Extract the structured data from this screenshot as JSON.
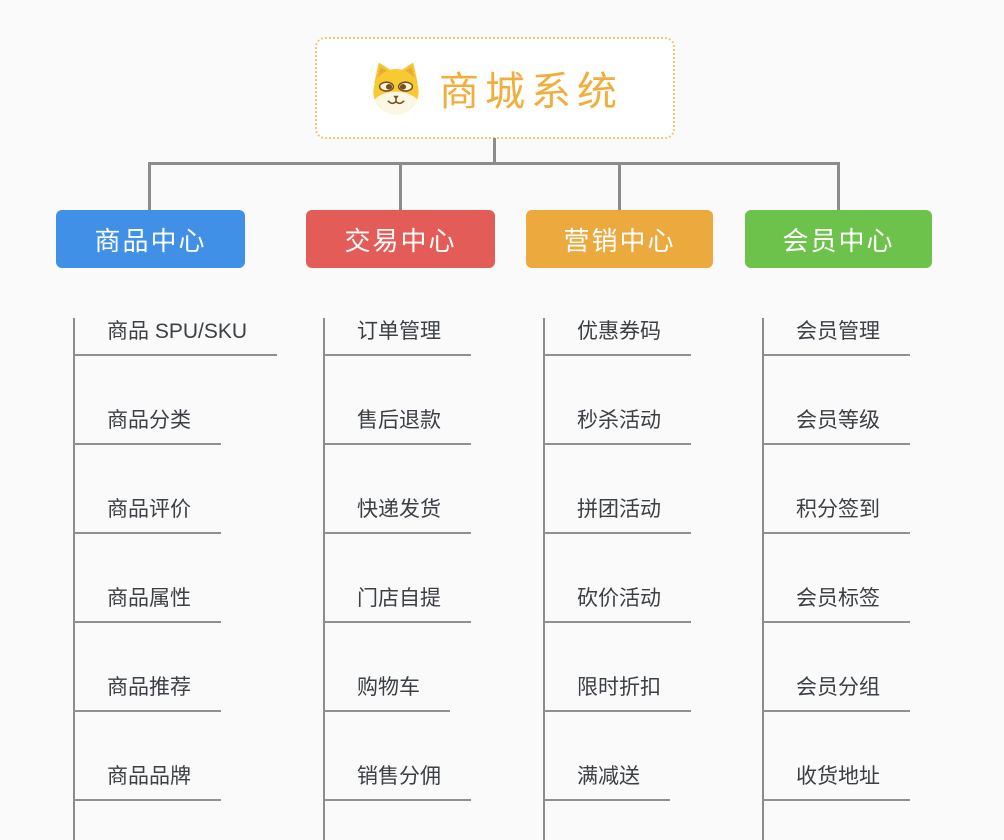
{
  "root": {
    "title": "商城系统",
    "icon": "shiba-dog-icon",
    "border_color": "#f3c873",
    "title_color": "#f2ae3d"
  },
  "connector_color": "#8c8c8c",
  "branches": [
    {
      "label": "商品中心",
      "color": "#4190e8",
      "children": [
        "商品 SPU/SKU",
        "商品分类",
        "商品评价",
        "商品属性",
        "商品推荐",
        "商品品牌"
      ]
    },
    {
      "label": "交易中心",
      "color": "#e45c58",
      "children": [
        "订单管理",
        "售后退款",
        "快递发货",
        "门店自提",
        "购物车",
        "销售分佣"
      ]
    },
    {
      "label": "营销中心",
      "color": "#eba93e",
      "children": [
        "优惠券码",
        "秒杀活动",
        "拼团活动",
        "砍价活动",
        "限时折扣",
        "满减送"
      ]
    },
    {
      "label": "会员中心",
      "color": "#6dc24b",
      "children": [
        "会员管理",
        "会员等级",
        "积分签到",
        "会员标签",
        "会员分组",
        "收货地址"
      ]
    }
  ]
}
